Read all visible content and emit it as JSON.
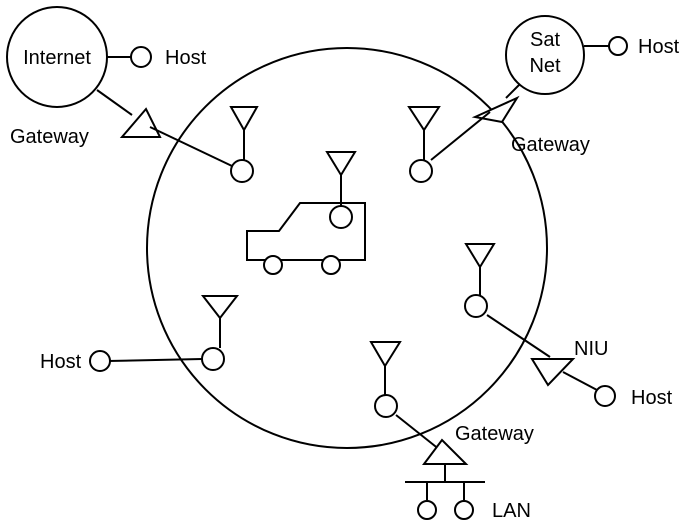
{
  "diagram": {
    "networks": {
      "internet": "Internet",
      "satnet_line1": "Sat",
      "satnet_line2": "Net"
    },
    "labels": {
      "host_internet": "Host",
      "host_satnet": "Host",
      "gateway_internet": "Gateway",
      "gateway_satnet": "Gateway",
      "host_left": "Host",
      "niu": "NIU",
      "host_niu": "Host",
      "gateway_lan": "Gateway",
      "lan": "LAN"
    }
  }
}
